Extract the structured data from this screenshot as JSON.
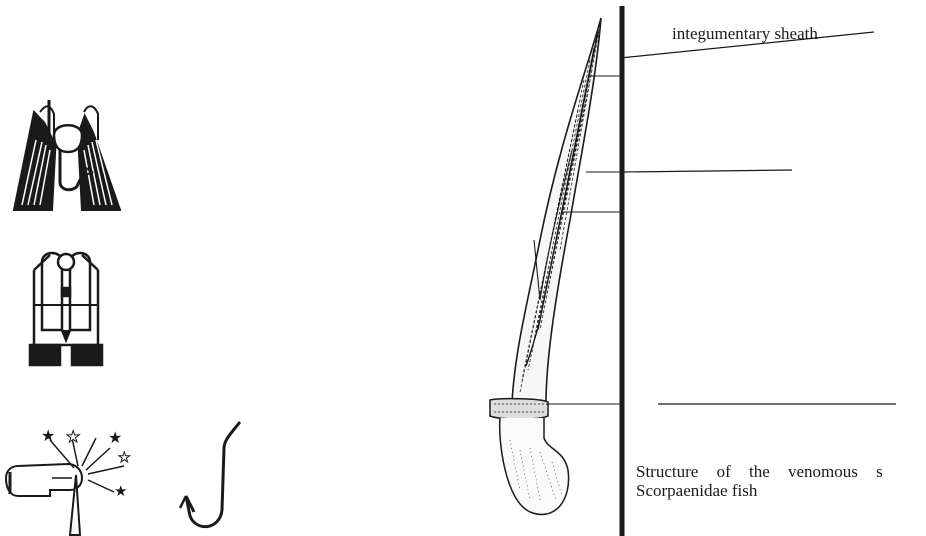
{
  "labels": {
    "sheath": "integumentary sheath"
  },
  "caption": {
    "line1": "Structure of the venomous s",
    "line2": "Scorpaenidae fish"
  },
  "icons": [
    {
      "name": "fins-snorkel-mask-icon"
    },
    {
      "name": "scuba-tank-harness-icon"
    },
    {
      "name": "finger-sting-pain-icon"
    },
    {
      "name": "fishing-hook-icon"
    }
  ],
  "colors": {
    "ink": "#1a1a1a",
    "background": "#ffffff"
  }
}
